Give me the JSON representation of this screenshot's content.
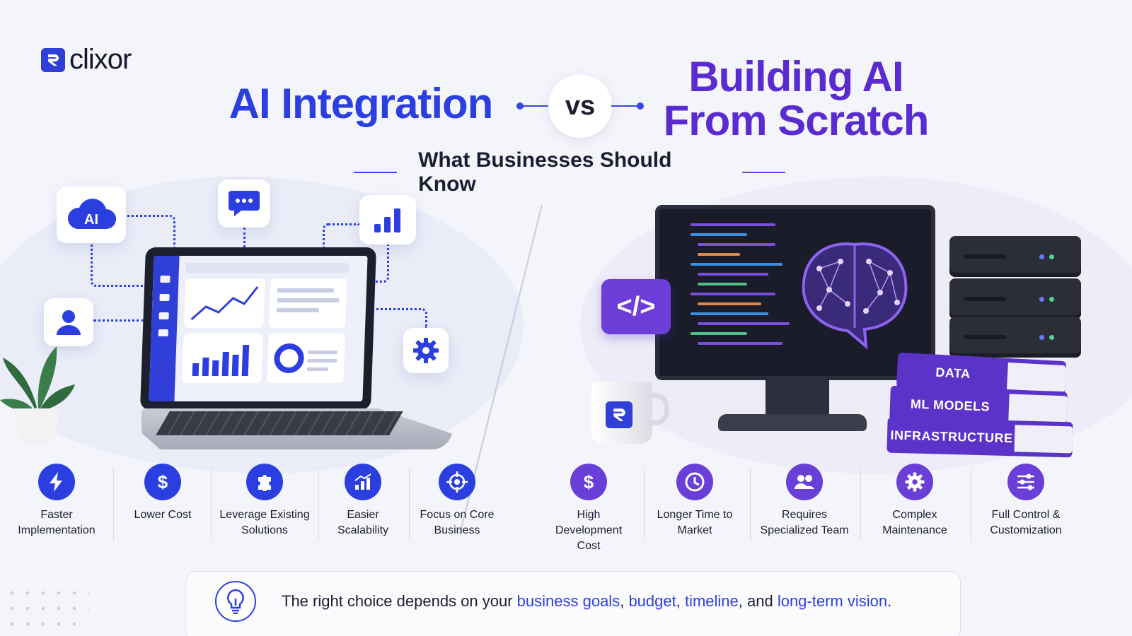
{
  "brand": {
    "name": "clixor"
  },
  "header": {
    "title_left": "AI Integration",
    "vs": "vs",
    "title_right_line1": "Building AI",
    "title_right_line2": "From Scratch",
    "subtitle": "What Businesses Should Know"
  },
  "illustration_left": {
    "ai_badge": "AI"
  },
  "illustration_right": {
    "code_tag": "</>",
    "books": [
      "DATA",
      "ML MODELS",
      "INFRASTRUCTURE"
    ]
  },
  "features_left": [
    {
      "label": "Faster Implementation",
      "icon": "lightning-icon"
    },
    {
      "label": "Lower Cost",
      "icon": "dollar-icon"
    },
    {
      "label": "Leverage Existing Solutions",
      "icon": "puzzle-icon"
    },
    {
      "label": "Easier Scalability",
      "icon": "growth-chart-icon"
    },
    {
      "label": "Focus on Core Business",
      "icon": "target-icon"
    }
  ],
  "features_right": [
    {
      "label": "High Development Cost",
      "icon": "dollar-icon"
    },
    {
      "label": "Longer Time to Market",
      "icon": "clock-icon"
    },
    {
      "label": "Requires Specialized Team",
      "icon": "team-icon"
    },
    {
      "label": "Complex Maintenance",
      "icon": "gear-icon"
    },
    {
      "label": "Full Control & Customization",
      "icon": "sliders-icon"
    }
  ],
  "banner": {
    "prefix": "The right choice depends on your ",
    "hl1": "business goals",
    "sep1": ", ",
    "hl2": "budget",
    "sep2": ", ",
    "hl3": "timeline",
    "sep3": ", and ",
    "hl4": "long-term vision",
    "suffix": "."
  },
  "colors": {
    "primary_blue": "#2b3fe0",
    "primary_purple": "#5a2bd0",
    "background": "#f4f5fb"
  }
}
